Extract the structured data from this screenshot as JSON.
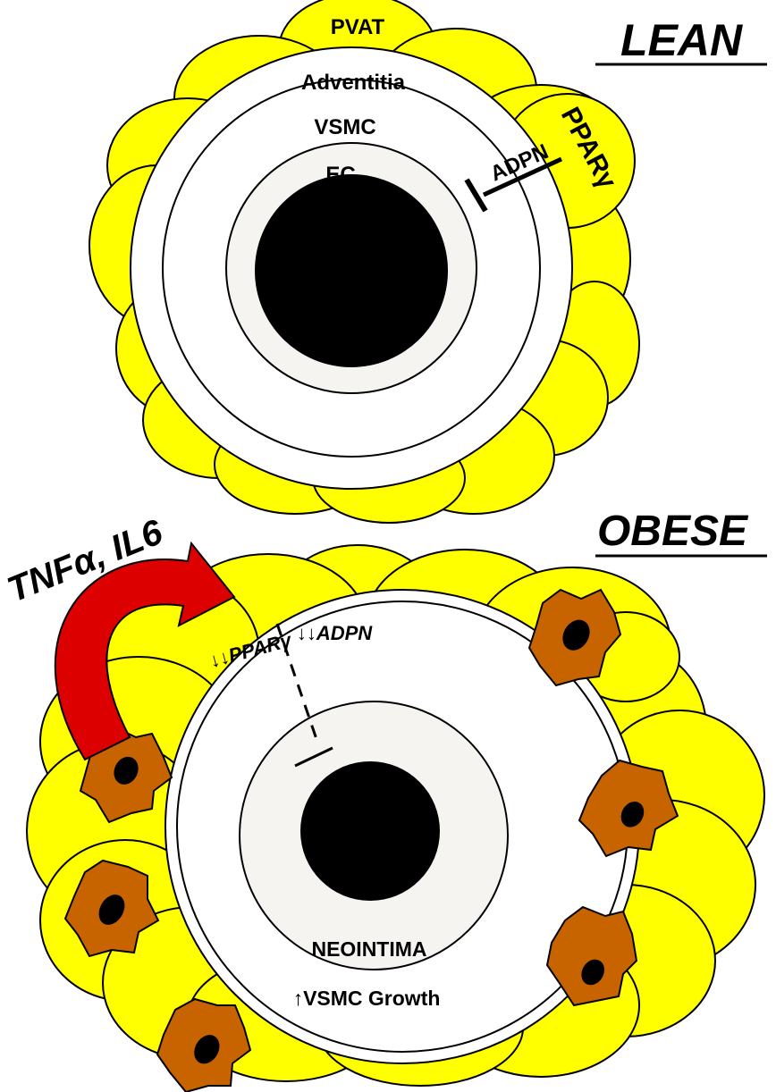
{
  "lean": {
    "title": "LEAN",
    "labels": {
      "pvat": "PVAT",
      "adventitia": "Adventitia",
      "vsmc": "VSMC",
      "ec": "EC",
      "adpn": "ADPN",
      "ppar": "PPARγ"
    }
  },
  "obese": {
    "title": "OBESE",
    "labels": {
      "cytokines": "TNFα, IL6",
      "ppar": "↓↓PPARγ",
      "adpn": "↓↓ADPN",
      "neointima": "NEOINTIMA",
      "growth": "↑VSMC Growth"
    }
  },
  "colors": {
    "fat": "#ffff00",
    "macrophage": "#c86400",
    "arrow": "#cc0000",
    "lumen": "#000000",
    "endothelium": "#f5f4f0"
  }
}
